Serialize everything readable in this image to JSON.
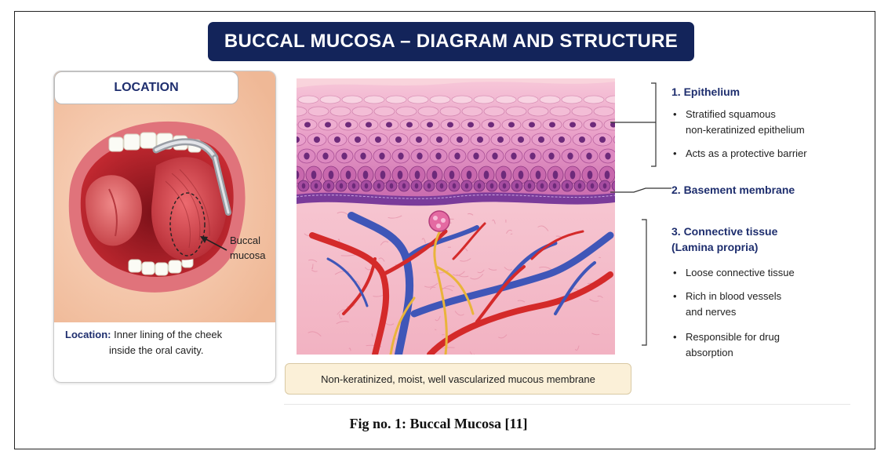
{
  "title": "BUCCAL MUCOSA – DIAGRAM AND STRUCTURE",
  "location": {
    "header": "LOCATION",
    "buccal_label_1": "Buccal",
    "buccal_label_2": "mucosa",
    "caption_label": "Location:",
    "caption_line1": "Inner lining of the cheek",
    "caption_line2": "inside the oral cavity."
  },
  "layers": {
    "epithelium": {
      "title": "1. Epithelium",
      "bullets": [
        {
          "line1": "Stratified squamous",
          "line2": "non-keratinized epithelium"
        },
        {
          "line1": "Acts as a protective barrier",
          "line2": ""
        }
      ]
    },
    "basement": {
      "title": "2. Basement membrane"
    },
    "connective": {
      "title_line1": "3. Connective tissue",
      "title_line2": "(Lamina propria)",
      "bullets": [
        {
          "line1": "Loose connective tissue",
          "line2": ""
        },
        {
          "line1": "Rich in blood vessels",
          "line2": "and nerves"
        },
        {
          "line1": "Responsible for drug",
          "line2": "absorption"
        }
      ]
    }
  },
  "bottom_caption": "Non-keratinized, moist, well vascularized mucous membrane",
  "figure_caption": "Fig no. 1: Buccal Mucosa [11]",
  "colors": {
    "title_bg": "#13245a",
    "accent_text": "#1e2e6e",
    "caption_bg": "#fbf0d8",
    "epithelium": "#e59ac3",
    "basal_cells": "#b04fa6",
    "connective": "#f6c4cf",
    "artery": "#d42a2a",
    "vein": "#3f56b8",
    "nerve": "#e9b43a"
  },
  "icons": [
    "mouth-illustration",
    "retractor-icon",
    "arrow-icon",
    "bracket-icon"
  ]
}
